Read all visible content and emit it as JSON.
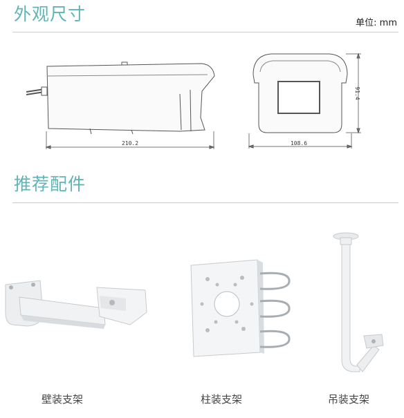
{
  "sections": {
    "dimensions": {
      "title": "外观尺寸",
      "unit_label": "单位: mm"
    },
    "accessories": {
      "title": "推荐配件"
    }
  },
  "drawings": {
    "side_width": "210.2",
    "front_width": "108.6",
    "front_height": "91.4"
  },
  "accessories": [
    {
      "name": "壁装支架"
    },
    {
      "name": "柱装支架"
    },
    {
      "name": "吊装支架"
    }
  ],
  "colors": {
    "accent": "#5fb4b7",
    "rule": "#c9cccf"
  }
}
